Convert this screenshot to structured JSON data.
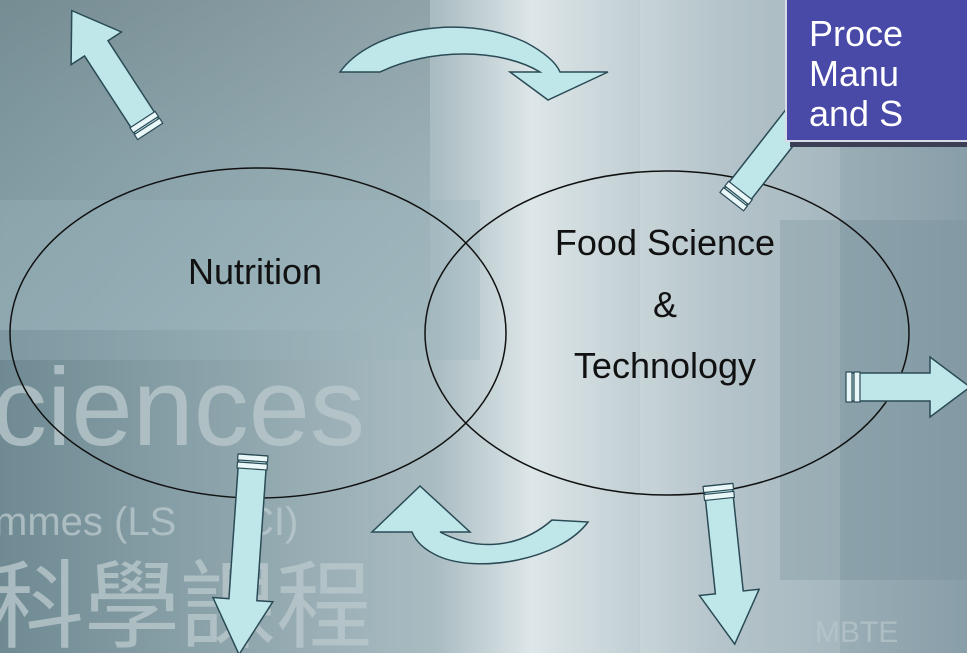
{
  "diagram": {
    "nodes": [
      {
        "id": "nutrition",
        "label": "Nutrition"
      },
      {
        "id": "food-science",
        "lines": [
          "Food Science",
          "&",
          "Technology"
        ]
      }
    ],
    "topic_box": {
      "lines": [
        "Proce",
        "Manu",
        "and S"
      ],
      "color": "#4949a8"
    },
    "arrow_color": "#bfe7ea"
  },
  "background": {
    "watermarks": [
      "ciences",
      "mmes (LS",
      "CI)",
      "科學課程",
      "MBTE"
    ],
    "colors": {
      "left": "#6e8d98",
      "right": "#8da3ad"
    }
  }
}
